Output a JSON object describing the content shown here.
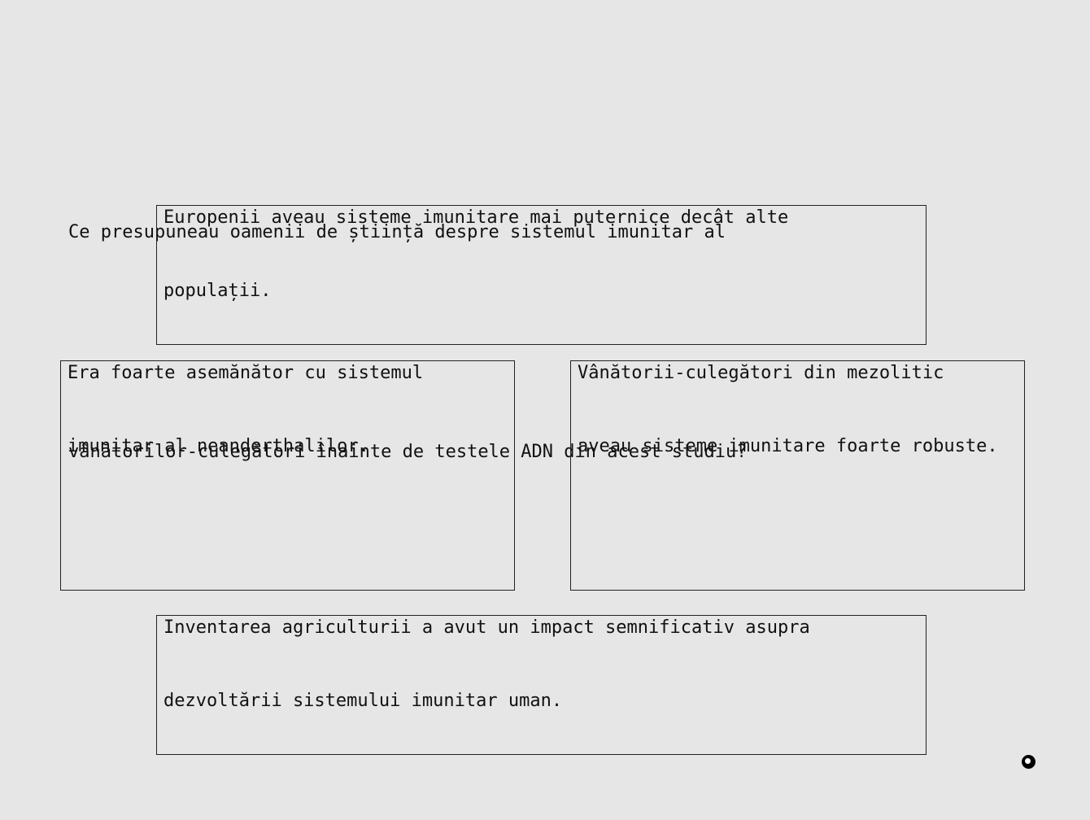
{
  "question": {
    "line1": "Ce presupuneau oamenii de știință despre sistemul imunitar al",
    "line2": "vânătorilor-culegători înainte de testele ADN din acest studiu?"
  },
  "options": [
    {
      "line1": "Europenii aveau sisteme imunitare mai puternice decât alte",
      "line2": "populații."
    },
    {
      "line1": "Era foarte asemănător cu sistemul",
      "line2": "imunitar al neanderthalilor."
    },
    {
      "line1": "Vânătorii-culegători din mezolitic",
      "line2": "aveau sisteme imunitare foarte robuste."
    },
    {
      "line1": "Inventarea agriculturii a avut un impact semnificativ asupra",
      "line2": "dezvoltării sistemului imunitar uman."
    }
  ],
  "cursor_icon": "circle-cursor-icon"
}
